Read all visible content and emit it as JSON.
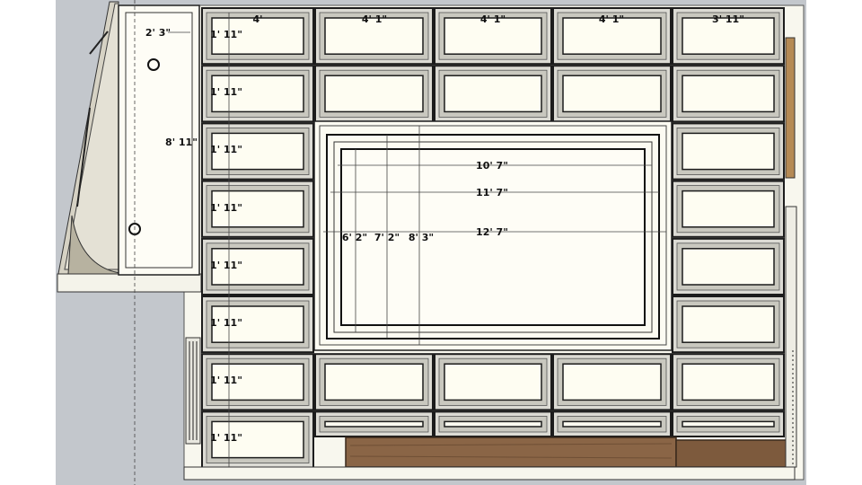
{
  "colors": {
    "viewport_bg": "#c3c7cc",
    "panel_outer": "#dcdbd4",
    "panel_inner": "#fefdf2",
    "frame_dark": "#1c1c1c",
    "wall": "#f8f7ee",
    "wood": "#8a6546",
    "wood_side": "#b58a55"
  },
  "dimensions": {
    "top_widths": [
      "4'",
      "4' 1\"",
      "4' 1\"",
      "4' 1\"",
      "3' 11\""
    ],
    "left_heights": [
      "1' 11\"",
      "1' 11\"",
      "1' 11\"",
      "1' 11\"",
      "1' 11\"",
      "1' 11\"",
      "1' 11\"",
      "1' 11\""
    ],
    "side_width": "2' 3\"",
    "side_height": "8' 11\"",
    "center_widths": [
      "10' 7\"",
      "11' 7\"",
      "12' 7\""
    ],
    "center_heights": [
      "6' 2\"",
      "7' 2\"",
      "8' 3\""
    ]
  }
}
